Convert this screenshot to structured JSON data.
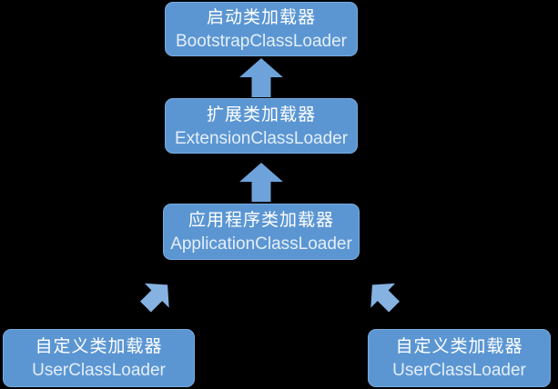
{
  "theme": {
    "background": "#000000",
    "box_fill": "#5B96D3",
    "box_border": "#79ACDF",
    "arrow_fill": "#6EA2DA",
    "diagonal_arrow_fill": "#86B2E2",
    "text_zh": "#FFFFFF",
    "text_en": "#E4EEF8"
  },
  "nodes": [
    {
      "id": "bootstrap",
      "title_zh": "启动类加载器",
      "title_en": "BootstrapClassLoader"
    },
    {
      "id": "extension",
      "title_zh": "扩展类加载器",
      "title_en": "ExtensionClassLoader"
    },
    {
      "id": "application",
      "title_zh": "应用程序类加载器",
      "title_en": "ApplicationClassLoader"
    },
    {
      "id": "user-left",
      "title_zh": "自定义类加载器",
      "title_en": "UserClassLoader"
    },
    {
      "id": "user-right",
      "title_zh": "自定义类加载器",
      "title_en": "UserClassLoader"
    }
  ],
  "arrows": [
    {
      "id": "extension-to-bootstrap",
      "direction": "up"
    },
    {
      "id": "application-to-extension",
      "direction": "up"
    },
    {
      "id": "user-left-to-application",
      "direction": "up-right"
    },
    {
      "id": "user-right-to-application",
      "direction": "up-left"
    }
  ]
}
